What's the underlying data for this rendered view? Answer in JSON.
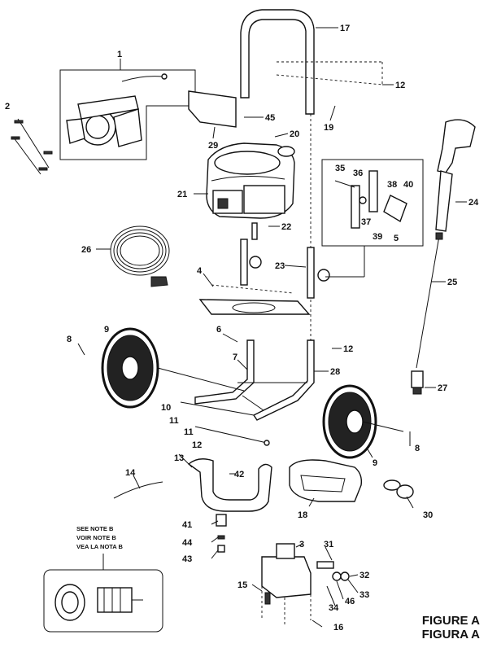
{
  "figure": {
    "title_en": "FIGURE A",
    "title_es": "FIGURA A"
  },
  "note": {
    "en": "SEE NOTE B",
    "fr": "VOIR NOTE B",
    "es": "VEA LA NOTA B"
  },
  "callouts": [
    "1",
    "2",
    "3",
    "4",
    "5",
    "6",
    "7",
    "8",
    "8",
    "9",
    "9",
    "10",
    "11",
    "11",
    "12",
    "12",
    "12",
    "13",
    "14",
    "15",
    "16",
    "17",
    "18",
    "19",
    "20",
    "21",
    "22",
    "23",
    "24",
    "25",
    "26",
    "27",
    "28",
    "29",
    "30",
    "31",
    "32",
    "33",
    "34",
    "35",
    "36",
    "37",
    "38",
    "39",
    "40",
    "41",
    "42",
    "43",
    "44",
    "45",
    "46"
  ]
}
